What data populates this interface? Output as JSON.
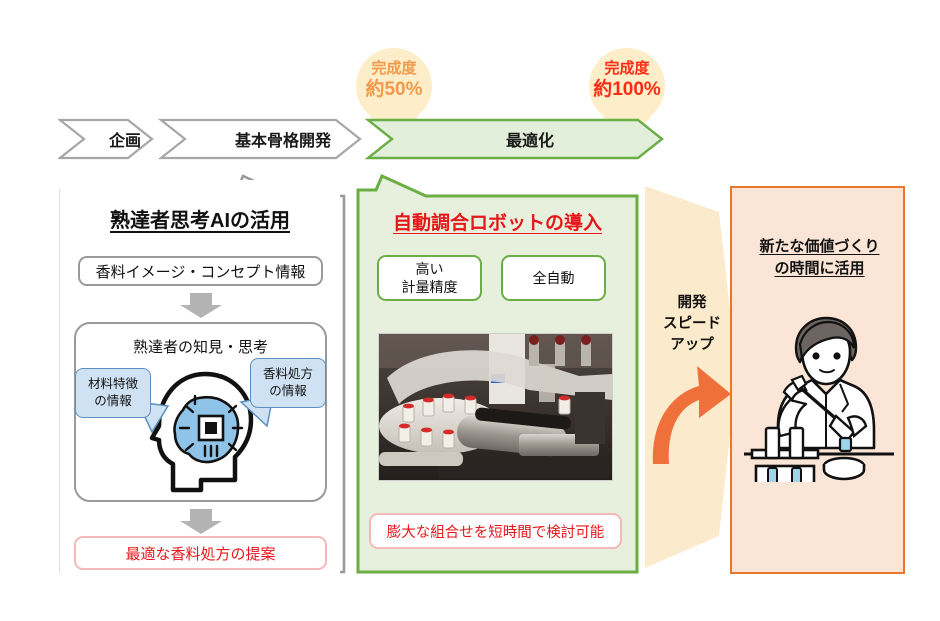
{
  "pins": [
    {
      "id": "pin-50",
      "line1": "完成度",
      "line2": "約50%",
      "color": "#f2994a"
    },
    {
      "id": "pin-100",
      "line1": "完成度",
      "line2": "約100%",
      "color": "#ff2a14"
    }
  ],
  "process_banner": {
    "steps": [
      {
        "label": "企画",
        "state": "inactive"
      },
      {
        "label": "基本骨格開発",
        "state": "inactive"
      },
      {
        "label": "最適化",
        "state": "active"
      }
    ],
    "inactive_fill": "#ffffff",
    "inactive_stroke": "#a6a6a6",
    "active_fill": "#e2efda",
    "active_stroke": "#6aae45"
  },
  "left_panel": {
    "title": "熟達者思考AIの活用",
    "input_box": "香料イメージ・コンセプト情報",
    "knowledge_title": "熟達者の知見・思考",
    "bubble_left": "材料特徴\nの情報",
    "bubble_left_l1": "材料特徴",
    "bubble_left_l2": "の情報",
    "bubble_right_l1": "香料処方",
    "bubble_right_l2": "の情報",
    "output_box": "最適な香料処方の提案",
    "border_color": "#9a9a9a",
    "output_border": "#f4b8bb",
    "output_color": "#e8161a"
  },
  "green_panel": {
    "title": "自動調合ロボットの導入",
    "feature_1_l1": "高い",
    "feature_1_l2": "計量精度",
    "feature_2": "全自動",
    "photo_caption": "自動調合ロボットの写真",
    "result_box": "膨大な組合せを短時間で検討可能",
    "fill": "#e6f0dc",
    "border_color": "#6aae45",
    "title_color": "#e8161a"
  },
  "speed_arrow": {
    "line1": "開発",
    "line2": "スピード",
    "line3": "アップ",
    "shape_fill": "#fbeacb",
    "arrow_color": "#f0703c"
  },
  "right_panel": {
    "title_l1": "新たな価値づくり",
    "title_l2": "の時間に活用",
    "fill": "#fae5d6",
    "border_color": "#e8762c",
    "illustration": "scientist-pipette-illustration"
  }
}
